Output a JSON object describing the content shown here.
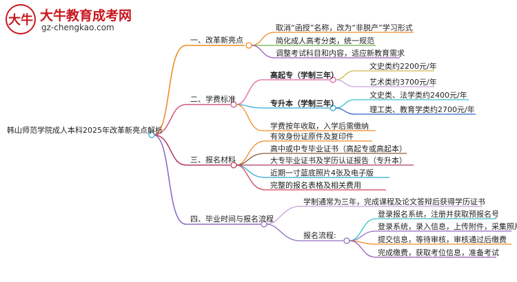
{
  "logo": {
    "mark": "大牛",
    "title": "大牛教育成考网",
    "url": "gz-chengkao.com"
  },
  "root": "韩山师范学院成人本科2025年改革新亮点解析",
  "branches": [
    {
      "label": "一、改革新亮点",
      "color": "#f08a24",
      "items": [
        "取消“函授”名称，改为“非脱产”学习形式",
        "简化成人高考分类，统一规范",
        "调整考试科目和内容，适应新教育需求"
      ]
    },
    {
      "label": "二、学费标准",
      "color": "#d05a7a",
      "groups": [
        {
          "label": "高起专（学制三年）",
          "items": [
            "文史类约2200元/年",
            "艺术类约3700元/年"
          ]
        },
        {
          "label": "专升本（学制三年）",
          "items": [
            "文史类、法学类约2400元/年",
            "理工类、教育学类约2700元/年"
          ]
        }
      ],
      "items": [
        "学费按年收取，入学后需缴纳"
      ]
    },
    {
      "label": "三、报名材料",
      "color": "#b33b5f",
      "items": [
        "有效身份证原件及复印件",
        "高中或中专毕业证书（高起专或高起本）",
        "大专毕业证书及学历认证报告（专升本）",
        "近期一寸蓝底照片4张及电子版",
        "完整的报名表格及相关费用"
      ]
    },
    {
      "label": "四、毕业时间与报名流程",
      "color": "#8e6bbf",
      "items": [
        "学制通常为三年，完成课程及论文答辩后获得学历证书"
      ],
      "group": {
        "label": "报名流程:",
        "items": [
          "登录报名系统，注册并获取预报名号",
          "登录系统，录入信息，上传附件，采集照片",
          "提交信息，等待审核，审核通过后缴费",
          "完成缴费，获取考位信息，准备考试"
        ]
      }
    }
  ]
}
